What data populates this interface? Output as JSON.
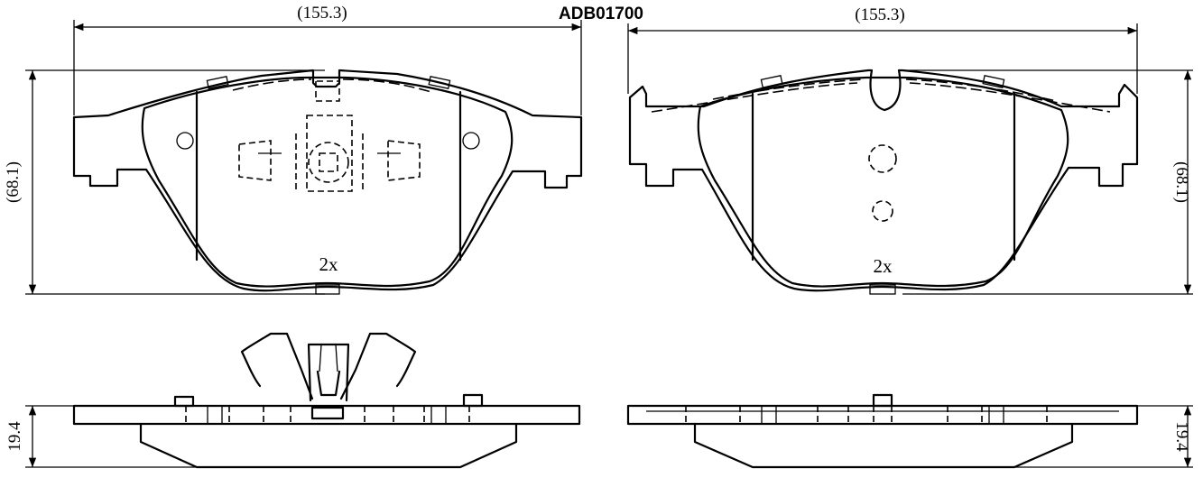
{
  "part_number": "ADB01700",
  "dimensions": {
    "width_left": "(155.3)",
    "width_right": "(155.3)",
    "height_left": "(68.1)",
    "height_right": "(68.1)",
    "thickness_left": "19.4",
    "thickness_right": "19.4"
  },
  "quantities": {
    "left_pad": "2x",
    "right_pad": "2x"
  }
}
